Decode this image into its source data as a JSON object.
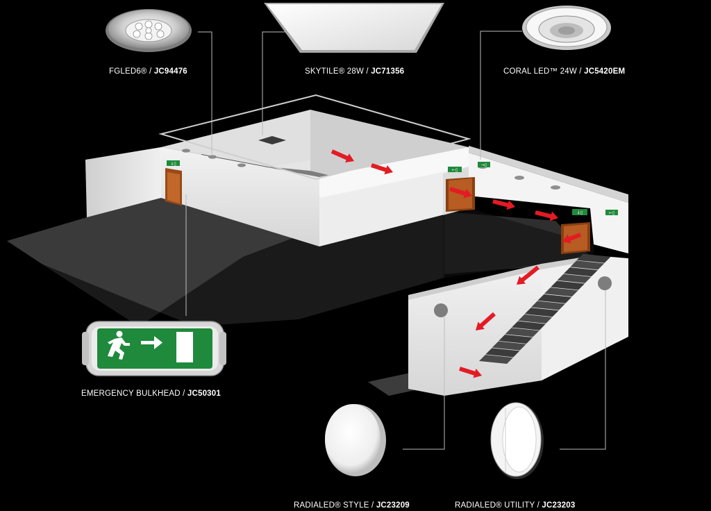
{
  "products": {
    "fgled6": {
      "name": "FGLED6®",
      "sep": " / ",
      "code": "JC94476"
    },
    "skytile": {
      "name": "SKYTILE® 28W",
      "sep": " / ",
      "code": "JC71356"
    },
    "coral": {
      "name": "CORAL LED™ 24W",
      "sep": " / ",
      "code": "JC5420EM"
    },
    "bulkhead": {
      "name": "EMERGENCY BULKHEAD",
      "sep": " / ",
      "code": "JC50301"
    },
    "radialed_style": {
      "name": "RADIALED® STYLE",
      "sep": " / ",
      "code": "JC23209"
    },
    "radialed_utility": {
      "name": "RADIALED® UTILITY",
      "sep": " / ",
      "code": "JC23203"
    }
  },
  "colors": {
    "background": "#000000",
    "arrow": "#e31b23",
    "exit_sign": "#1f8a3c",
    "wall": "#e6e6e6",
    "floor": "#3a3a3a",
    "leader_line": "#bdbdbd"
  },
  "icons": [
    "running-man-icon",
    "exit-arrow-icon",
    "door-icon",
    "red-direction-arrow-icon"
  ]
}
